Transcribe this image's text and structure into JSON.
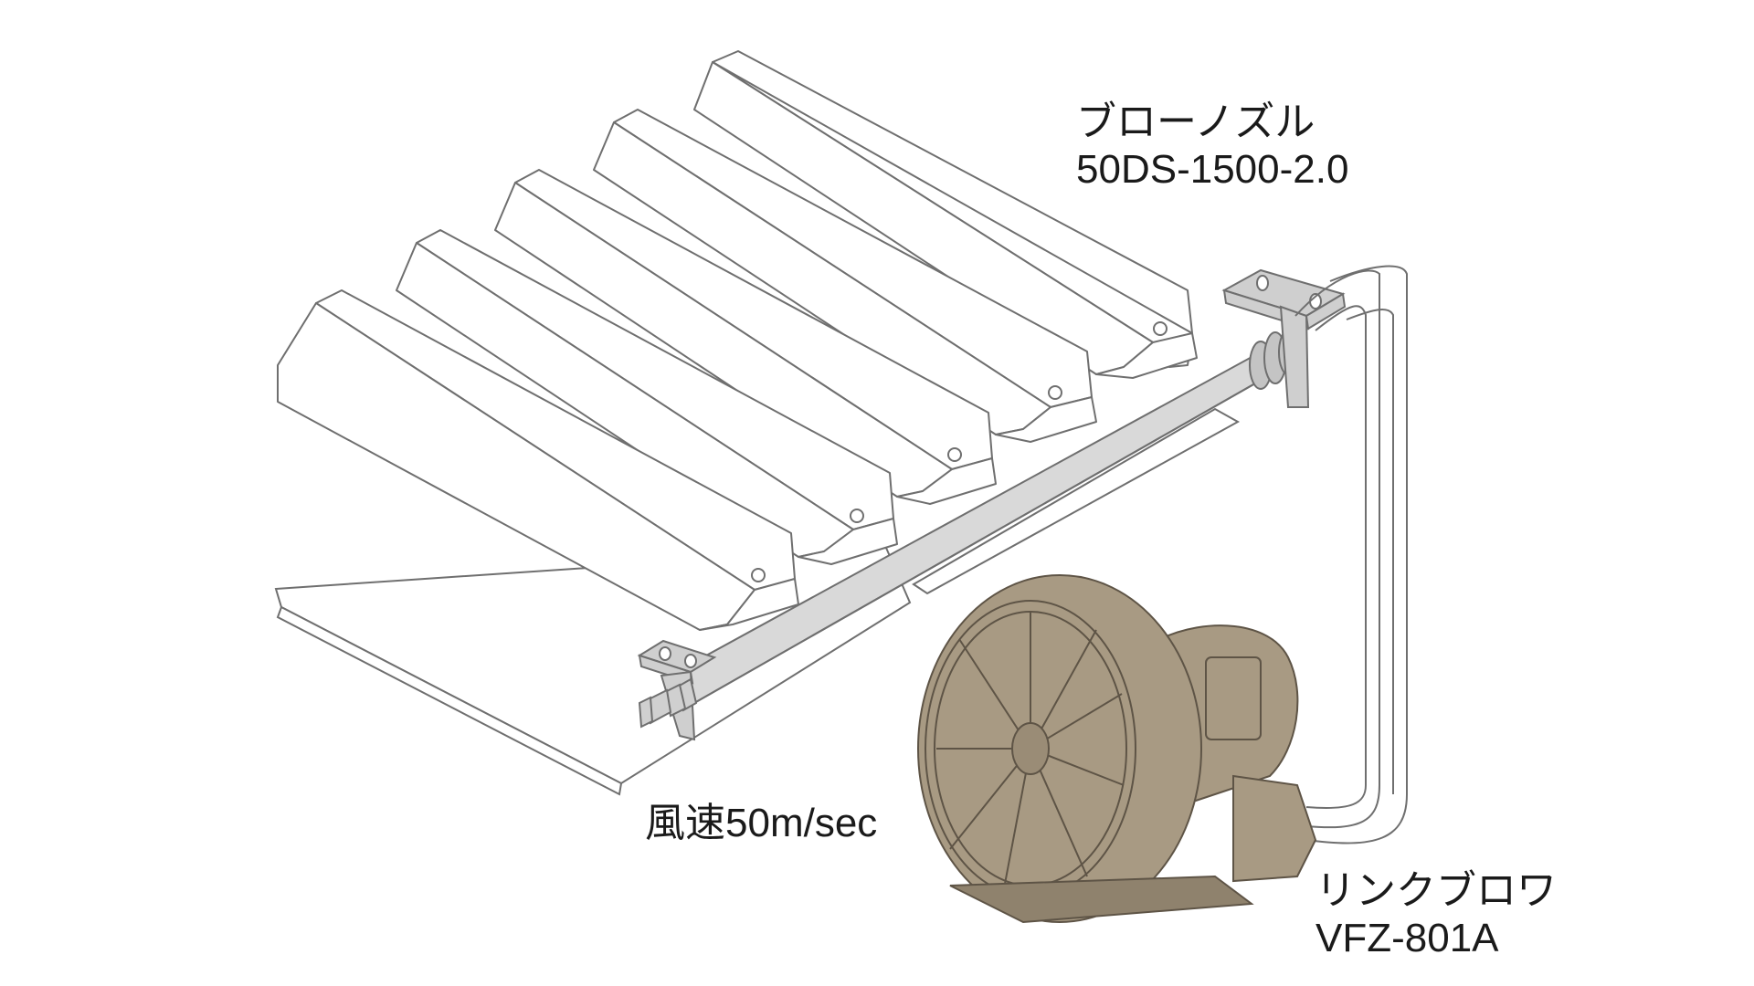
{
  "labels": {
    "nozzle": {
      "name": "ブローノズル",
      "model": "50DS-1500-2.0"
    },
    "air_speed": "風速50m/sec",
    "blower": {
      "name": "リンクブロワ",
      "model": "VFZ-801A"
    }
  },
  "colors": {
    "outline": "#6f6f6f",
    "pipe_fill": "#d9d9d9",
    "bracket_fill": "#cfcfcf",
    "blower_fill": "#a89a83",
    "blower_line": "#5e5446",
    "background": "#ffffff"
  },
  "counts": {
    "conveyed_items": 5
  }
}
